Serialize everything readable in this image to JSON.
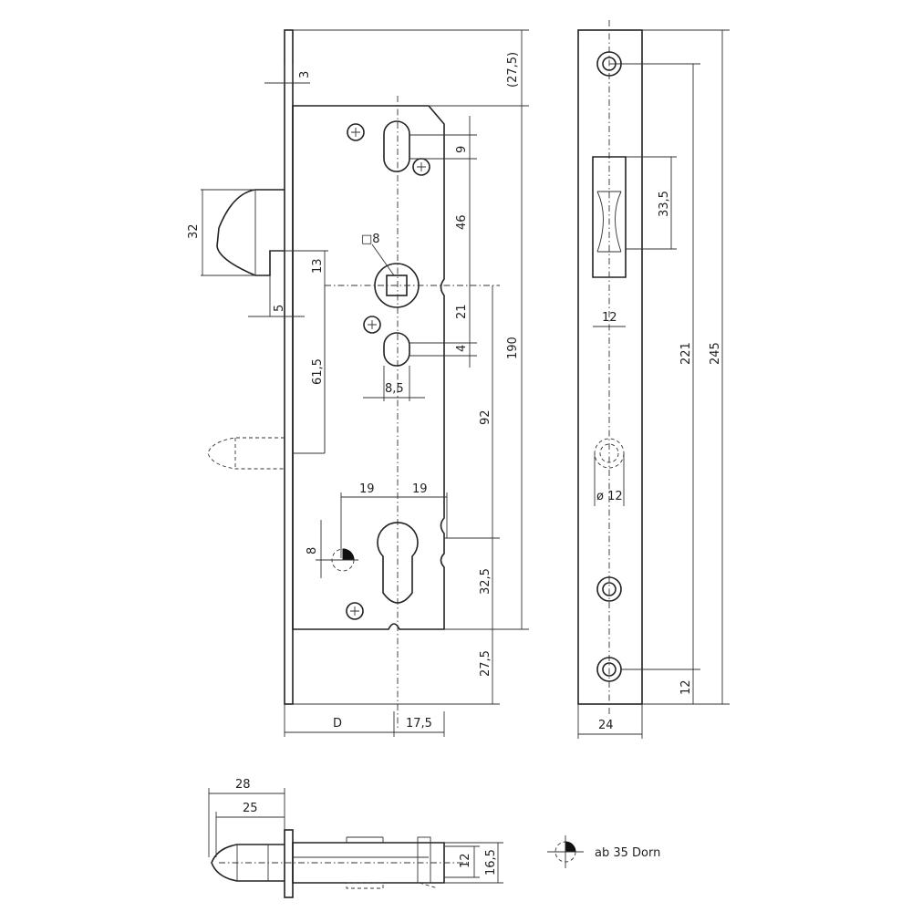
{
  "labels": {
    "d3": "3",
    "d27_5_top": "(27,5)",
    "d9": "9",
    "d46": "46",
    "d32": "32",
    "d13": "13",
    "d5": "5",
    "sq8": "□8",
    "d21": "21",
    "d4": "4",
    "d190": "190",
    "d61_5": "61,5",
    "d8_5": "8,5",
    "d92": "92",
    "d19_left": "19",
    "d19_right": "19",
    "d8": "8",
    "d32_5": "32,5",
    "d27_5_bottom": "27,5",
    "dD": "D",
    "d17_5": "17,5",
    "d33_5": "33,5",
    "d12_side": "12",
    "d221": "221",
    "d245": "245",
    "dia12": "ø 12",
    "d12_bottom": "12",
    "d24": "24",
    "d28": "28",
    "d25": "25",
    "d12_front": "12",
    "d16_5": "16,5",
    "legend": "ab 35 Dorn"
  }
}
